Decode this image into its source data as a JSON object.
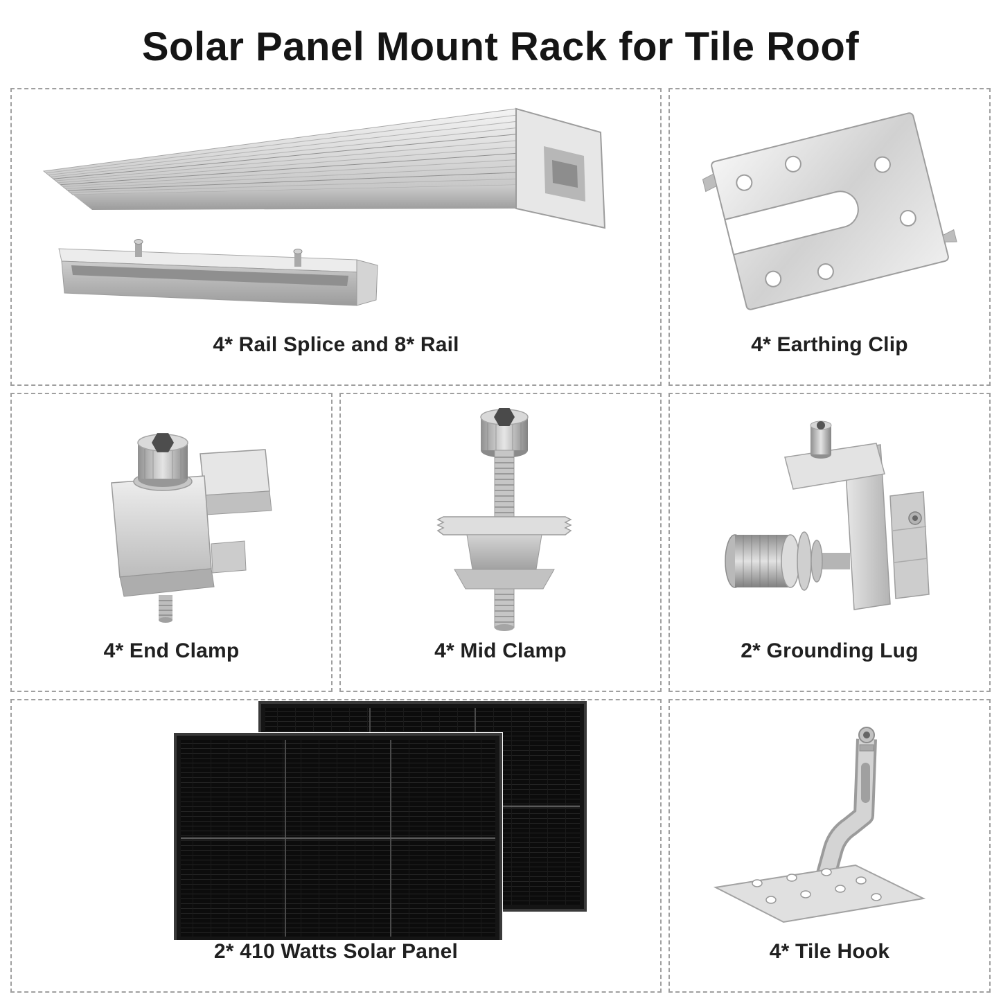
{
  "title": "Solar Panel Mount Rack for Tile Roof",
  "cells": {
    "rail": {
      "label": "4* Rail Splice and 8* Rail"
    },
    "earthing_clip": {
      "label": "4* Earthing Clip"
    },
    "end_clamp": {
      "label": "4* End Clamp"
    },
    "mid_clamp": {
      "label": "4* Mid Clamp"
    },
    "grounding_lug": {
      "label": "2* Grounding Lug"
    },
    "solar_panel": {
      "label": "2* 410 Watts Solar Panel"
    },
    "tile_hook": {
      "label": "4* Tile Hook"
    }
  },
  "colors": {
    "background": "#ffffff",
    "title_text": "#151515",
    "label_text": "#202020",
    "cell_border": "#9f9f9f",
    "metal_light": "#e9e9e9",
    "metal_dark": "#9a9a9a",
    "panel_black": "#0d0d0d"
  }
}
